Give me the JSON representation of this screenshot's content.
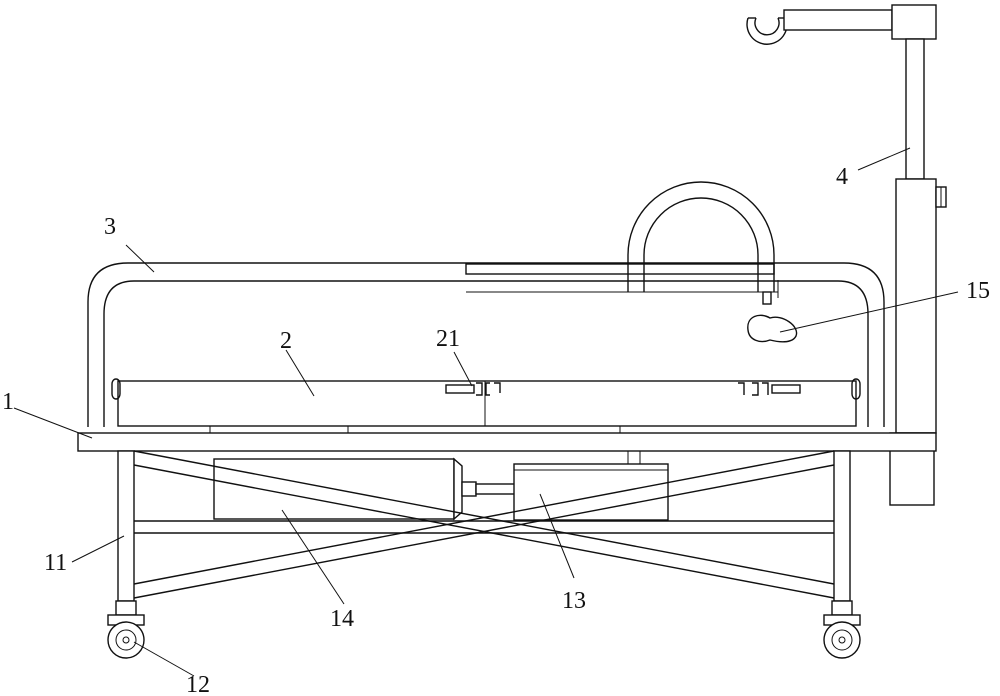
{
  "figure": {
    "title": "Medical bed with scissor lift – side elevation",
    "line_color": "#111111",
    "background": "#ffffff"
  },
  "labels": {
    "bed_frame": "1",
    "mattress_board": "2",
    "guard_rail": "3",
    "iv_pole": "4",
    "support_leg": "11",
    "caster_wheel": "12",
    "drive_unit": "13",
    "scissor_lift": "14",
    "grip_handle": "15",
    "clamp": "21"
  }
}
